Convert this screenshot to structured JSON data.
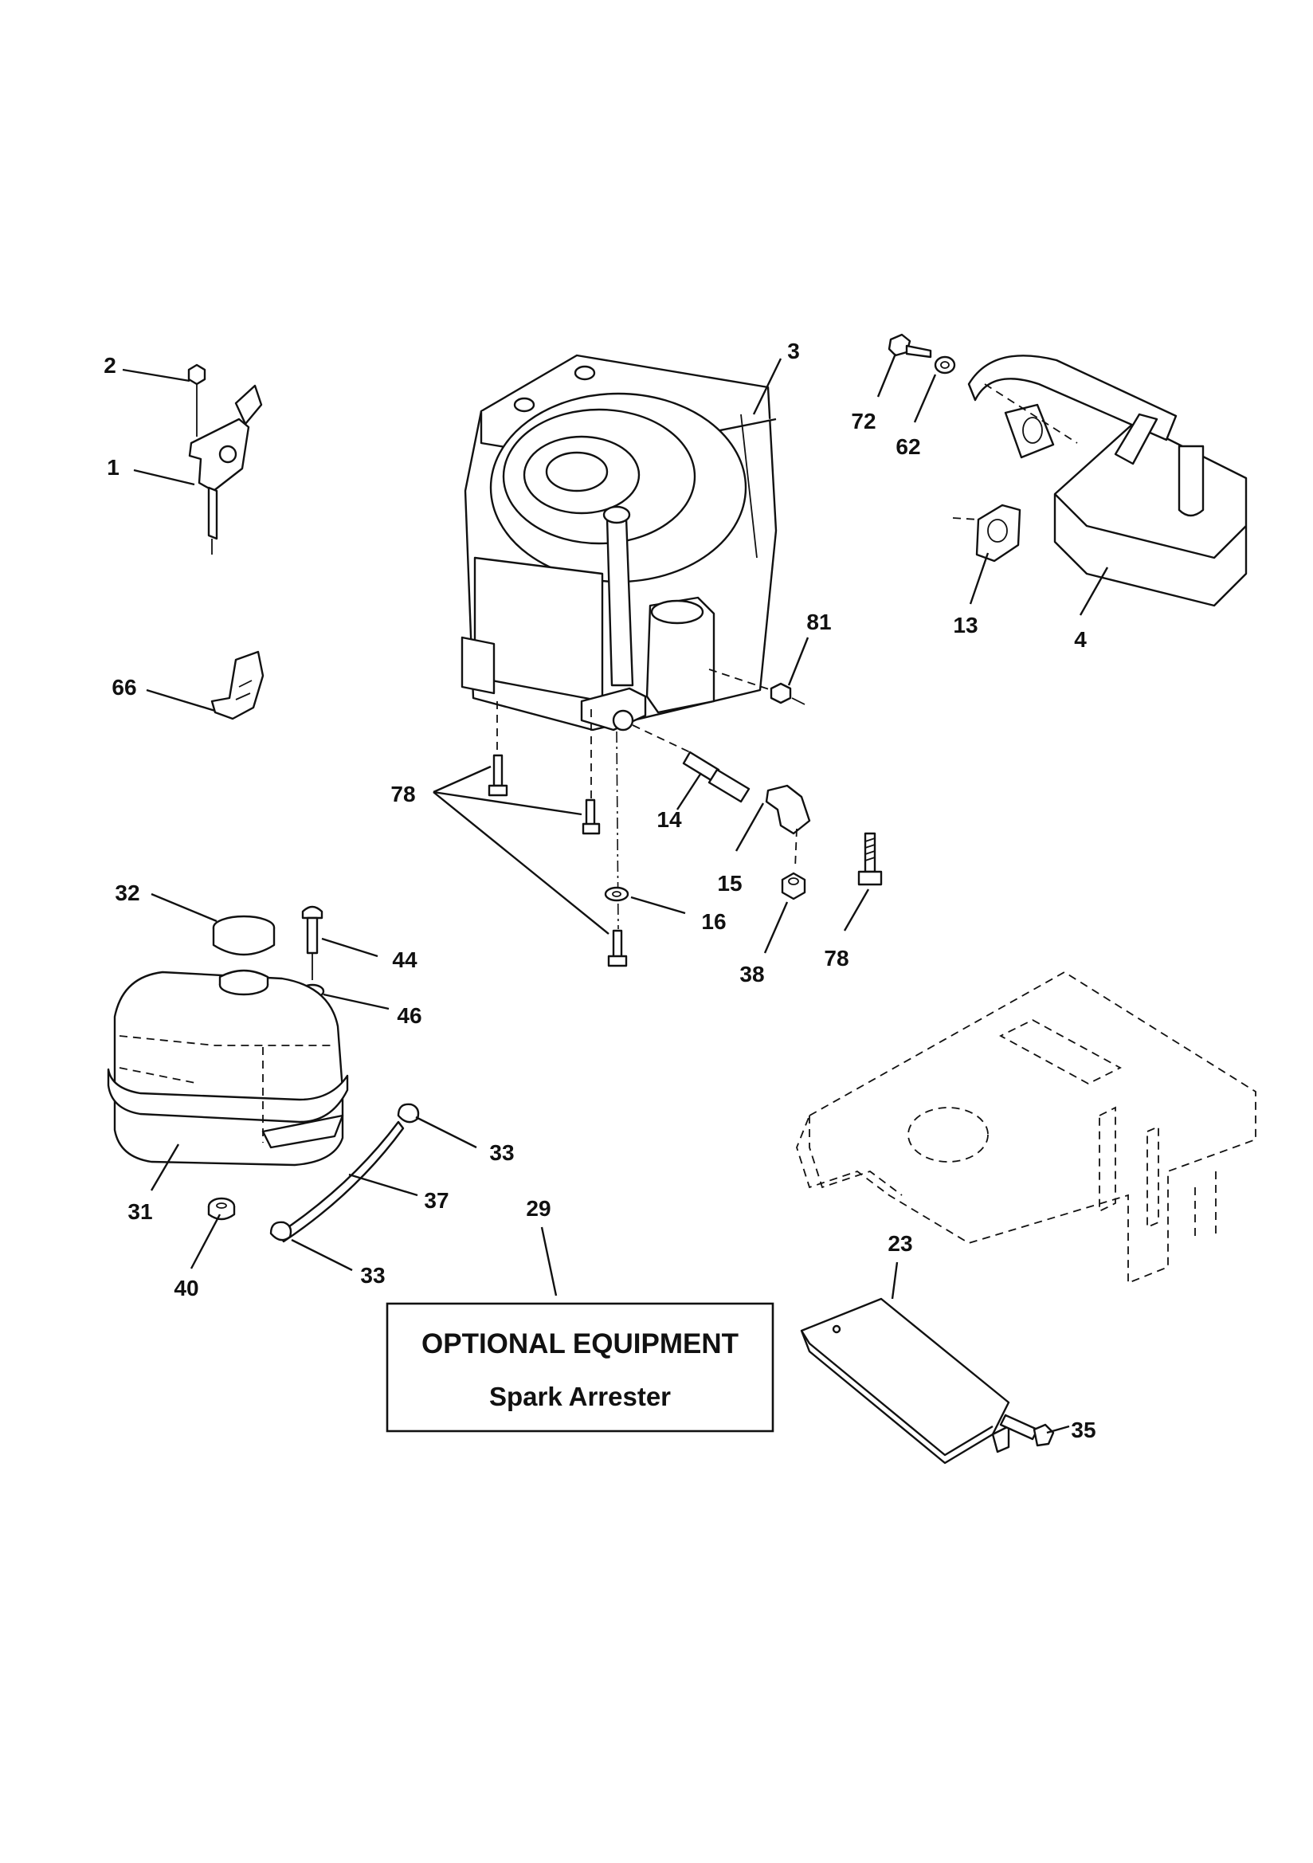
{
  "callouts": {
    "c1": "1",
    "c2": "2",
    "c3": "3",
    "c4": "4",
    "c13": "13",
    "c14": "14",
    "c15": "15",
    "c16": "16",
    "c23": "23",
    "c29": "29",
    "c31": "31",
    "c32": "32",
    "c33a": "33",
    "c33b": "33",
    "c35": "35",
    "c37": "37",
    "c38": "38",
    "c40": "40",
    "c44": "44",
    "c46": "46",
    "c62": "62",
    "c66": "66",
    "c72": "72",
    "c78a": "78",
    "c78b": "78",
    "c81": "81"
  },
  "optional_box": {
    "title": "OPTIONAL EQUIPMENT",
    "subtitle": "Spark Arrester"
  }
}
